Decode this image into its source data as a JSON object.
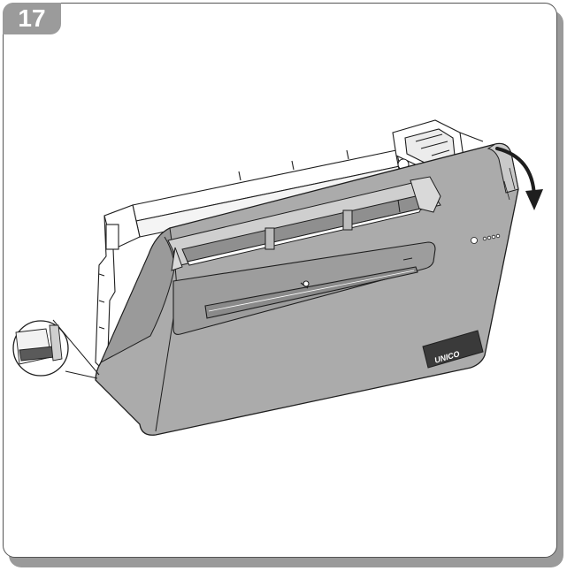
{
  "step": {
    "number": "17"
  },
  "device": {
    "brand_logo": "UNICO"
  },
  "colors": {
    "badge": "#9b9b9b",
    "frame_border": "#555555",
    "frame_shadow": "#9a9a9a",
    "panel_fill": "#ababab",
    "panel_dark": "#8f8f8f",
    "line": "#1e1e1e"
  },
  "icons": [
    "rotate-arrow-icon",
    "magnifier-callout-icon",
    "brand-logo"
  ]
}
